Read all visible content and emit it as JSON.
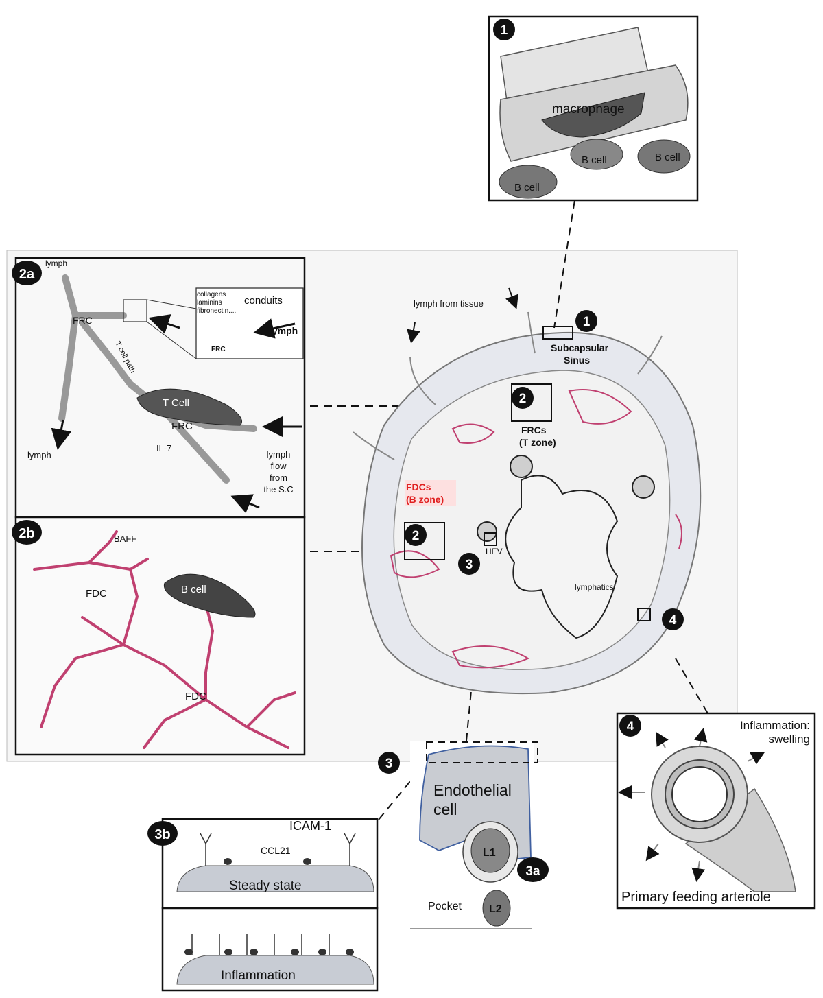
{
  "badges": {
    "b1": "1",
    "b2": "2",
    "b3": "3",
    "b4": "4",
    "b2a": "2a",
    "b2b": "2b",
    "b3a": "3a",
    "b3b": "3b"
  },
  "panel1": {
    "macrophage": "macrophage",
    "bcell": "B cell"
  },
  "panel2a": {
    "lymph": "lymph",
    "frc": "FRC",
    "conduits": "conduits",
    "components": [
      "collagens",
      "laminins",
      "fibronectin...."
    ],
    "inset_lymph": "lymph",
    "tcell_path": "T cell path",
    "tcell": "T Cell",
    "il7": "IL-7",
    "lymph_flow": [
      "lymph",
      "flow",
      "from",
      "the S.C"
    ]
  },
  "panel2b": {
    "baff": "BAFF",
    "fdc": "FDC",
    "bcell": "B cell"
  },
  "node": {
    "lymph_from_tissue": "lymph from tissue",
    "subcapsular": [
      "Subcapsular",
      "Sinus"
    ],
    "frcs": [
      "FRCs",
      "(T zone)"
    ],
    "fdcs": [
      "FDCs",
      "(B zone)"
    ],
    "hev": "HEV",
    "lymphatics": "lymphatics"
  },
  "panel3": {
    "endothelial": [
      "Endothelial",
      "cell"
    ],
    "l1": "L1",
    "l2": "L2",
    "pocket": "Pocket"
  },
  "panel3b": {
    "icam": "ICAM-1",
    "ccl21": "CCL21",
    "steady": "Steady state",
    "inflammation": "Inflammation"
  },
  "panel4": {
    "inflammation": [
      "Inflammation:",
      "swelling"
    ],
    "arteriole": "Primary feeding arteriole"
  },
  "colors": {
    "fdc": "#c04070",
    "red_label": "#e02020",
    "pink_bg": "#fde0e0",
    "badge": "#111111"
  }
}
